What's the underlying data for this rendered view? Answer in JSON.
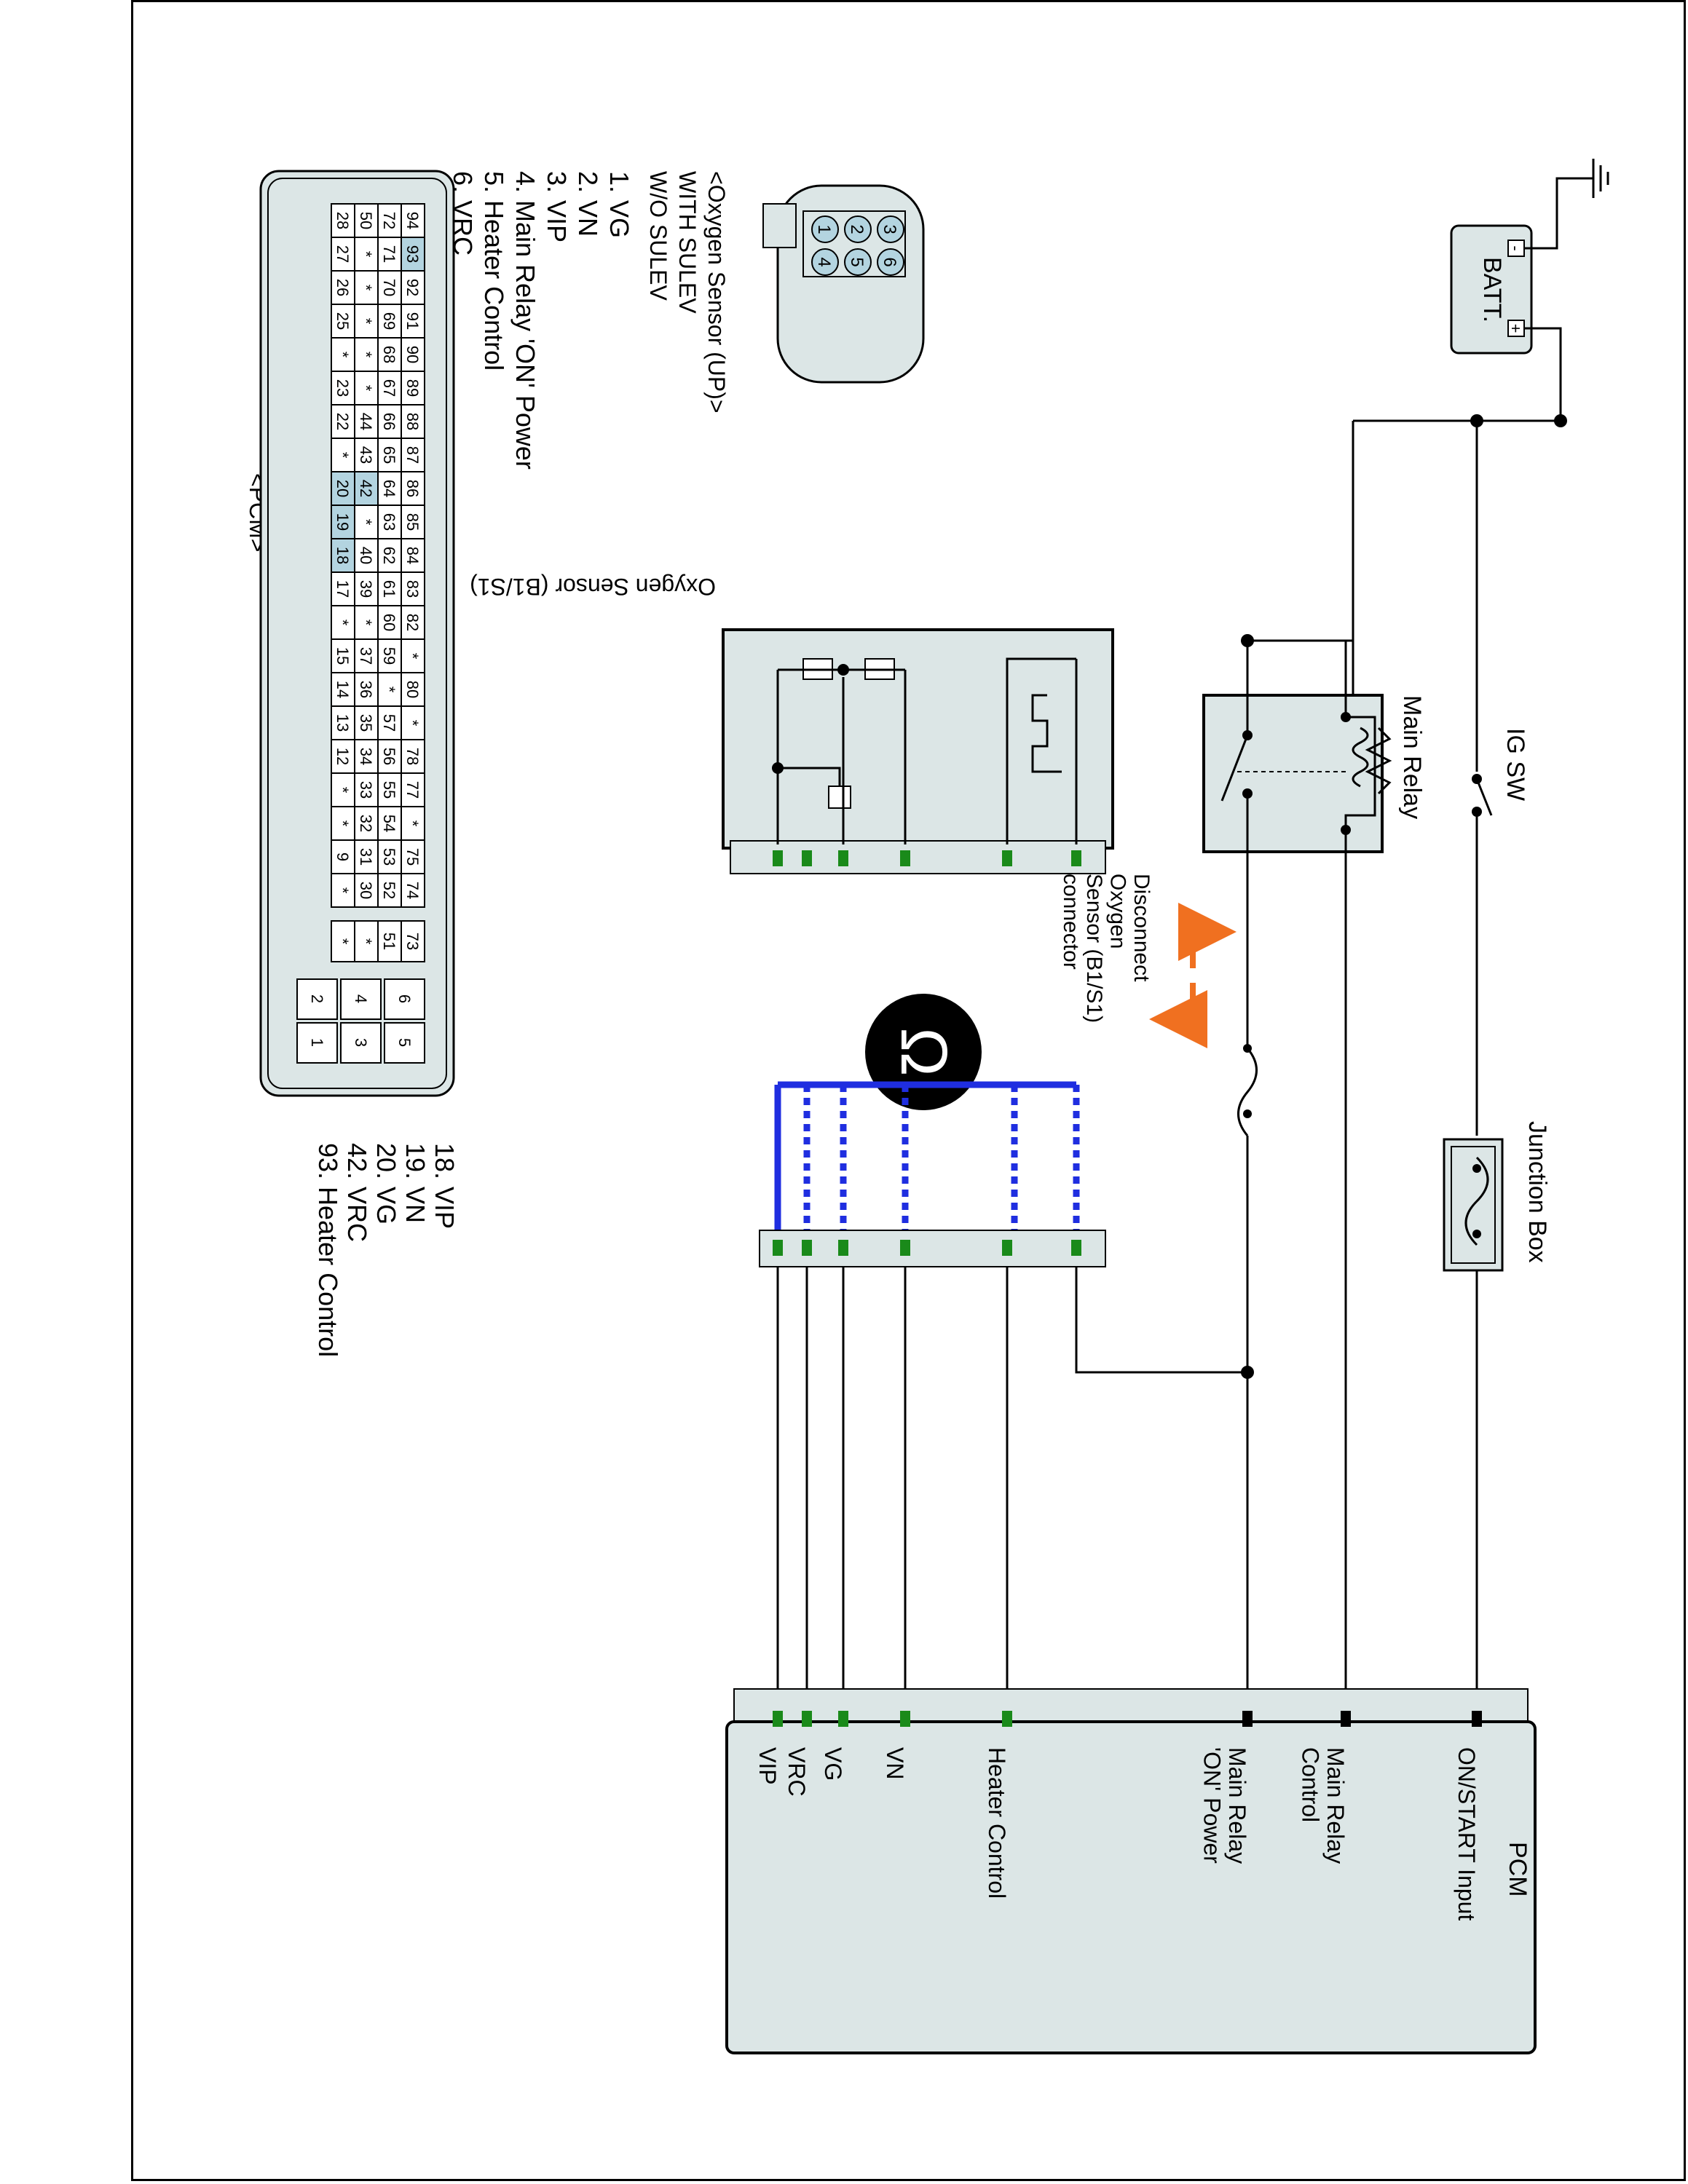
{
  "battery": {
    "label": "BATT.",
    "neg": "-",
    "pos": "+"
  },
  "ig_switch": {
    "label": "IG SW"
  },
  "main_relay": {
    "label": "Main Relay"
  },
  "junction_box": {
    "label": "Junction Box"
  },
  "pcm_box": {
    "title": "PCM",
    "labels": [
      "ON/START Input",
      "Main Relay\nControl",
      "Main Relay\n'ON' Power",
      "Heater Control",
      "VN",
      "VG",
      "VRC",
      "VIP"
    ]
  },
  "oxygen_sensor": {
    "label": "Oxygen Sensor (B1/S1)"
  },
  "disconnect": {
    "label": "Disconnect\nOxygen\nSensor (B1/S1)\nconnector"
  },
  "meter": {
    "symbol": "Ω"
  },
  "sensor_connector": {
    "title": "<Oxygen Sensor (UP)>",
    "line2": "WITH SULEV",
    "line3": "W/O SULEV",
    "pins": [
      "1",
      "2",
      "3",
      "4",
      "5",
      "6"
    ],
    "legend": [
      "1. VG",
      "2. VN",
      "3. VIP",
      "4. Main Relay  'ON' Power",
      "5. Heater Control",
      "6. VRC"
    ]
  },
  "pcm_connector": {
    "title": "<PCM>",
    "rows": [
      [
        "94",
        "93",
        "92",
        "91",
        "90",
        "89",
        "88",
        "87",
        "86",
        "85",
        "84",
        "83",
        "82",
        "*",
        "80",
        "*",
        "78",
        "77",
        "*",
        "75",
        "74"
      ],
      [
        "72",
        "71",
        "70",
        "69",
        "68",
        "67",
        "66",
        "65",
        "64",
        "63",
        "62",
        "61",
        "60",
        "59",
        "*",
        "57",
        "56",
        "55",
        "54",
        "53",
        "52"
      ],
      [
        "50",
        "*",
        "*",
        "*",
        "*",
        "*",
        "44",
        "43",
        "42",
        "*",
        "40",
        "39",
        "*",
        "37",
        "36",
        "35",
        "34",
        "33",
        "32",
        "31",
        "30"
      ],
      [
        "28",
        "27",
        "26",
        "25",
        "*",
        "23",
        "22",
        "*",
        "20",
        "19",
        "18",
        "17",
        "*",
        "15",
        "14",
        "13",
        "12",
        "*",
        "*",
        "9",
        "*"
      ]
    ],
    "side_col": [
      "73",
      "51",
      "*",
      "*"
    ],
    "small_pins": [
      [
        "6",
        "5"
      ],
      [
        "4",
        "3"
      ],
      [
        "2",
        "1"
      ]
    ],
    "highlighted": [
      "93",
      "42",
      "20",
      "19",
      "18"
    ],
    "legend": [
      "18. VIP",
      "19. VN",
      "20. VG",
      "42. VRC",
      "93. Heater Control"
    ]
  },
  "colors": {
    "signal_text": "#1a7a1a",
    "probe": "#1f2ee0",
    "arrow": "#f07020",
    "highlight": "#b3d4e0"
  }
}
